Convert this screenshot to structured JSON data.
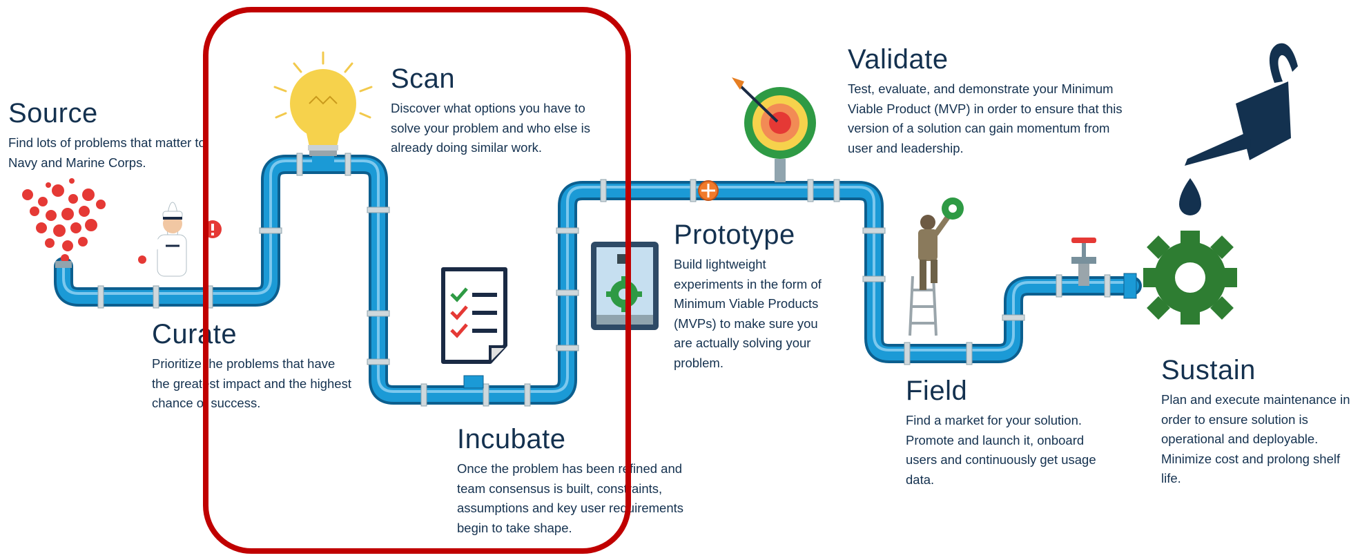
{
  "stages": {
    "source": {
      "title": "Source",
      "desc": "Find lots of problems that matter to Navy and Marine Corps."
    },
    "scan": {
      "title": "Scan",
      "desc": "Discover what options you have to solve your problem and who else is already doing similar work."
    },
    "curate": {
      "title": "Curate",
      "desc": "Prioritize the problems that have the greatest impact and the highest chance of success."
    },
    "incubate": {
      "title": "Incubate",
      "desc": "Once the problem has been refined and team consensus is built, constraints, assumptions and key user requirements begin to take shape."
    },
    "prototype": {
      "title": "Prototype",
      "desc": "Build lightweight experiments in the form of Minimum Viable Products (MVPs) to make sure you are actually solving your problem."
    },
    "validate": {
      "title": "Validate",
      "desc": "Test, evaluate, and demonstrate your Minimum Viable Product (MVP) in order to ensure that this version of a solution can gain momentum from user and leadership."
    },
    "field": {
      "title": "Field",
      "desc": "Find a market for your solution. Promote and launch it, onboard users and continuously get usage data."
    },
    "sustain": {
      "title": "Sustain",
      "desc": "Plan and execute maintenance in order to ensure solution is operational and deployable. Minimize cost and prolong shelf life."
    }
  },
  "colors": {
    "pipe": "#1b9ad6",
    "pipe_edge": "#0c5f8f",
    "text": "#14314f",
    "highlight": "#c00000",
    "gear": "#2e7d32"
  },
  "icons": [
    "problems-cloud-icon",
    "sailor-icon",
    "lightbulb-icon",
    "checklist-icon",
    "3d-printer-icon",
    "target-icon",
    "soldier-icon",
    "valve-icon",
    "oil-can-icon",
    "oil-drop-icon",
    "gear-icon"
  ]
}
